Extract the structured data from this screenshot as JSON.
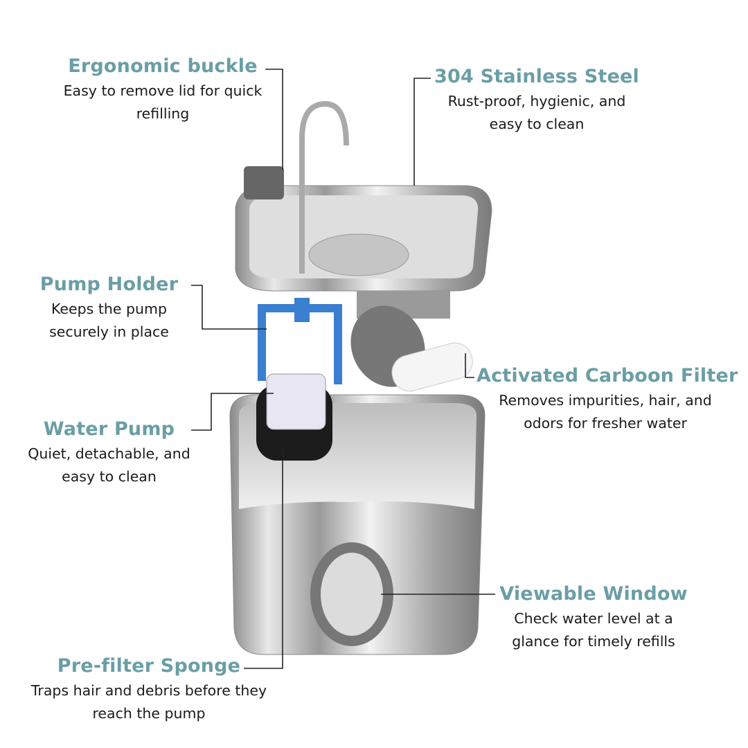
{
  "features": [
    {
      "title": "Ergonomic buckle",
      "desc": "Easy to remove lid for quick refilling"
    },
    {
      "title": "304 Stainless Steel",
      "desc": "Rust-proof, hygienic, and easy to clean"
    },
    {
      "title": "Pump Holder",
      "desc": "Keeps the pump securely in place"
    },
    {
      "title": "Activated Carboon Filter",
      "desc": "Removes impurities, hair, and odors for fresher water"
    },
    {
      "title": "Water Pump",
      "desc": "Quiet, detachable, and easy to clean"
    },
    {
      "title": "Viewable Window",
      "desc": "Check water level at a glance for timely refills"
    },
    {
      "title": "Pre-filter Sponge",
      "desc": "Traps hair and debris before they reach the pump"
    }
  ],
  "colors": {
    "heading": "#6a9ea6",
    "text": "#1a1a1a",
    "holder": "#3a7fd0"
  }
}
